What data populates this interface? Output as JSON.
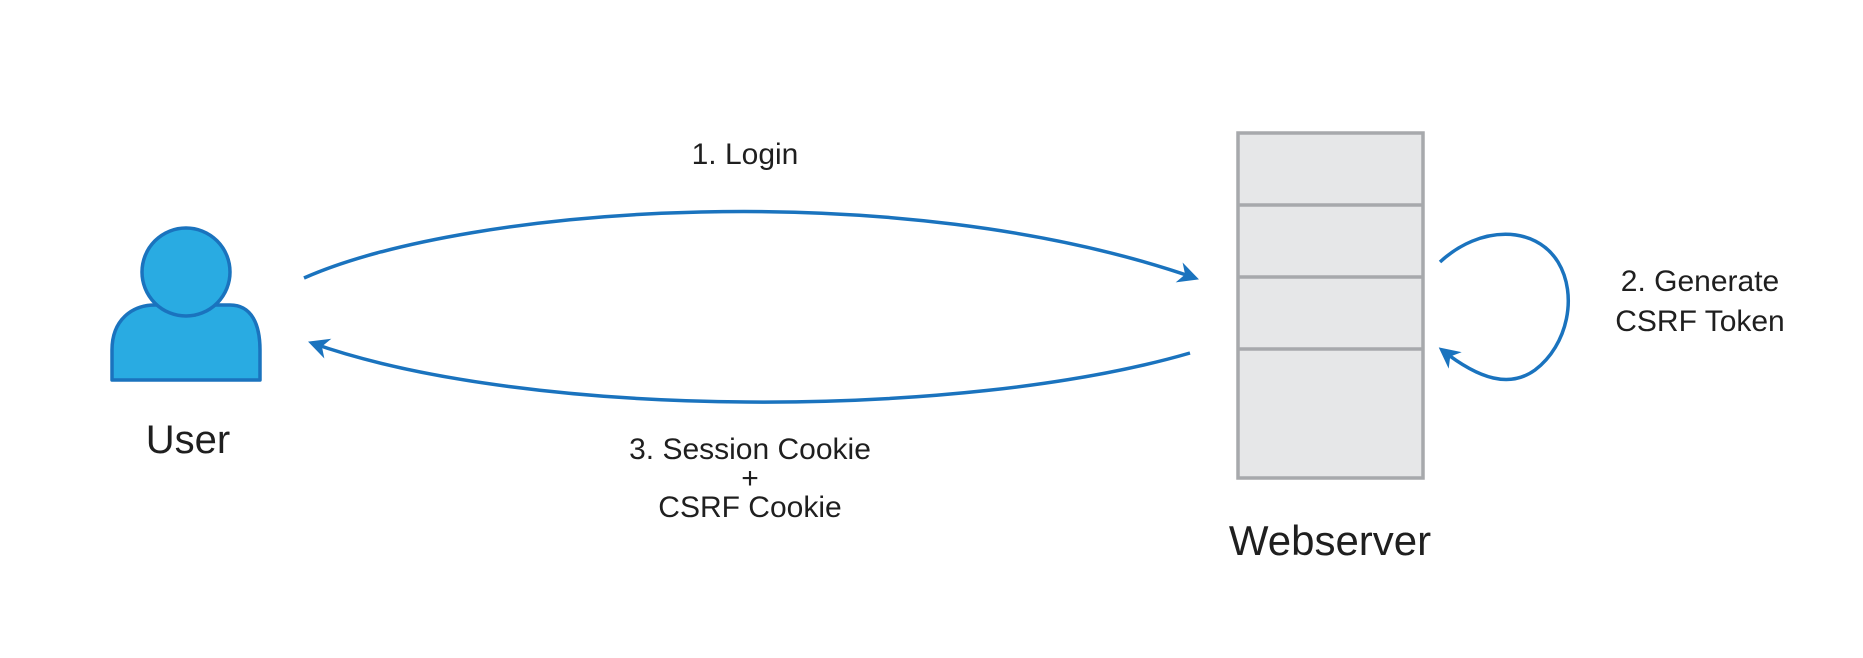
{
  "diagram": {
    "nodes": {
      "user": {
        "label": "User",
        "icon": "user-icon"
      },
      "webserver": {
        "label": "Webserver",
        "icon": "server-icon"
      }
    },
    "edges": {
      "login": {
        "label": "1. Login",
        "from": "User",
        "to": "Webserver"
      },
      "generate": {
        "line1": "2. Generate",
        "line2": "CSRF Token",
        "from": "Webserver",
        "to": "Webserver"
      },
      "cookies": {
        "line1": "3. Session Cookie",
        "line2": "+",
        "line3": "CSRF Cookie",
        "from": "Webserver",
        "to": "User"
      }
    },
    "colors": {
      "arrow": "#1a73be",
      "user_fill": "#29abe2",
      "user_stroke": "#1a73be",
      "server_fill": "#e6e7e8",
      "server_stroke": "#a7a9ac"
    }
  }
}
